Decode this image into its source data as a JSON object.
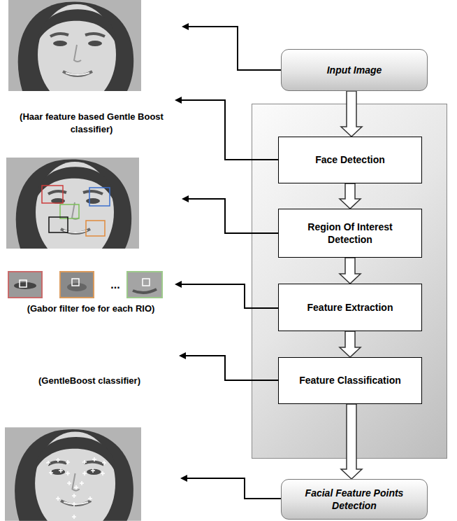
{
  "diagram": {
    "nodes": [
      {
        "text": [
          "Input Image"
        ]
      },
      {
        "text": [
          "Face Detection"
        ]
      },
      {
        "text": [
          "Region Of Interest Detection"
        ]
      },
      {
        "text": [
          "Feature Extraction"
        ]
      },
      {
        "text": [
          "Feature Classification"
        ]
      },
      {
        "text": [
          "Facial Feature Points Detection"
        ]
      }
    ],
    "edges": [
      {
        "from": 0,
        "to": 1,
        "arrow": "to"
      },
      {
        "from": 1,
        "to": 2,
        "arrow": "to"
      },
      {
        "from": 2,
        "to": 3,
        "arrow": "to"
      },
      {
        "from": 3,
        "to": 4,
        "arrow": "to"
      },
      {
        "from": 4,
        "to": 5,
        "arrow": "to"
      }
    ],
    "labels": [
      "(Haar feature based Gentle Boost classifier)",
      "...",
      "(Gabor filter foe for each RIO)",
      "(GentleBoost classifier)"
    ]
  }
}
